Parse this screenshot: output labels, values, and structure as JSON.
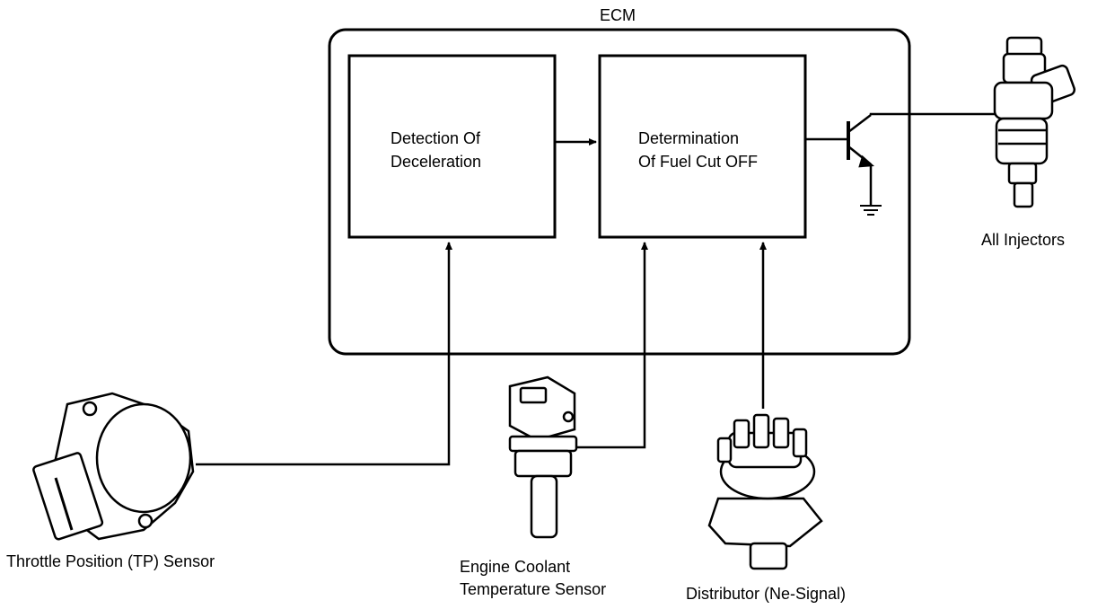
{
  "ecm": {
    "title": "ECM"
  },
  "blocks": {
    "detection": {
      "line1": "Detection Of",
      "line2": "Deceleration"
    },
    "determination": {
      "line1": "Determination",
      "line2": "Of Fuel Cut OFF"
    }
  },
  "components": {
    "injectors": "All  Injectors",
    "tp_sensor": "Throttle Position (TP) Sensor",
    "coolant_sensor": {
      "line1": "Engine Coolant",
      "line2": "Temperature Sensor"
    },
    "distributor": "Distributor (Ne-Signal)"
  },
  "icons": {
    "transistor": "transistor-icon",
    "ground": "ground-icon",
    "injector": "fuel-injector-icon",
    "tp_sensor": "throttle-position-sensor-icon",
    "coolant_sensor": "coolant-temperature-sensor-icon",
    "distributor": "distributor-icon"
  }
}
